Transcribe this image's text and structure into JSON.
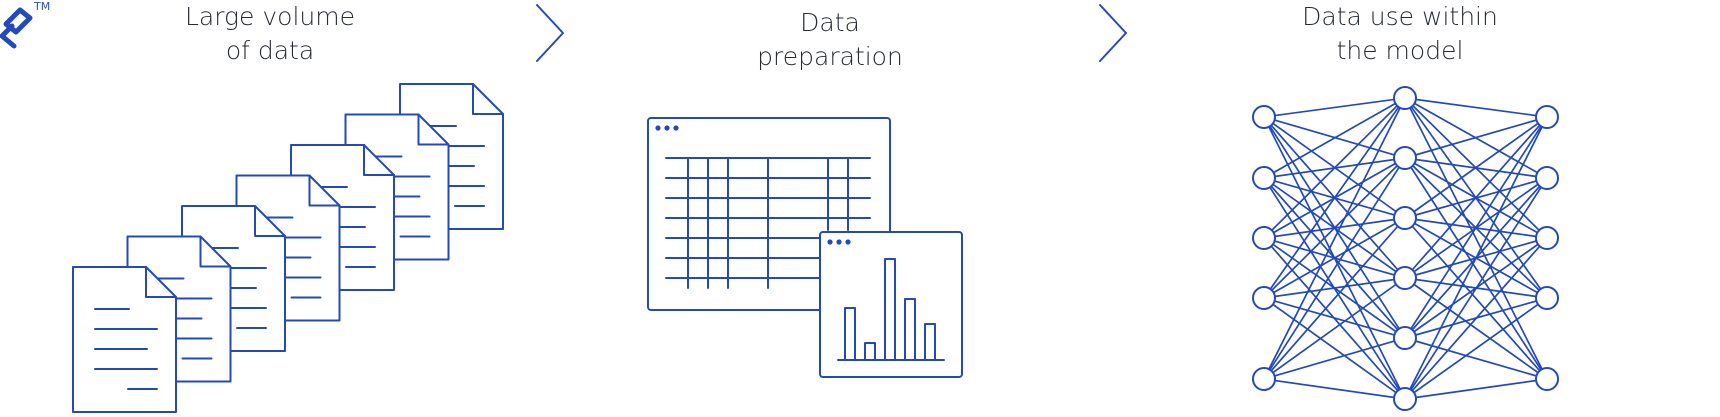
{
  "colors": {
    "accent": "#2449b8",
    "text": "#262b33"
  },
  "logo": {
    "icon": "toptal-logo-icon",
    "trademark": "TM"
  },
  "steps": [
    {
      "title_line1": "Large volume",
      "title_line2": "of data"
    },
    {
      "title_line1": "Data",
      "title_line2": "preparation"
    },
    {
      "title_line1": "Data use within",
      "title_line2": "the model"
    }
  ],
  "network": {
    "layers": [
      5,
      6,
      5
    ]
  }
}
